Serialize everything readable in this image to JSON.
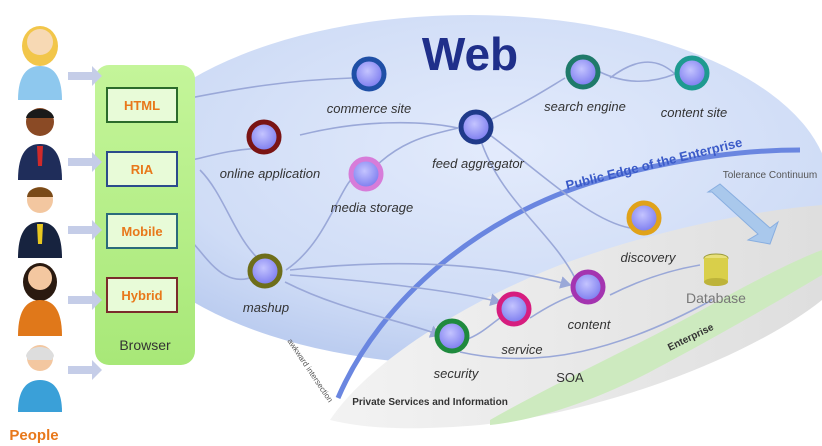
{
  "title": "Web",
  "people_label": "People",
  "browser": {
    "label": "Browser",
    "items": [
      "HTML",
      "RIA",
      "Mobile",
      "Hybrid"
    ]
  },
  "nodes": [
    {
      "label": "commerce site",
      "color": "#1f4fa6"
    },
    {
      "label": "online application",
      "color": "#7a1414"
    },
    {
      "label": "media storage",
      "color": "#d77cd9"
    },
    {
      "label": "feed aggregator",
      "color": "#1f3a8a"
    },
    {
      "label": "search engine",
      "color": "#1f7a6a"
    },
    {
      "label": "content site",
      "color": "#1e9a90"
    },
    {
      "label": "discovery",
      "color": "#e0a21a"
    },
    {
      "label": "mashup",
      "color": "#6e6e1a"
    },
    {
      "label": "content",
      "color": "#a434b0"
    },
    {
      "label": "service",
      "color": "#d61d7f"
    },
    {
      "label": "security",
      "color": "#1f8a3e"
    }
  ],
  "public_edge_label": "Public Edge of the Enterprise",
  "tolerance_label": "Tolerance Continuum",
  "database_label": "Database",
  "enterprise_label": "Enterprise",
  "soa_label": "SOA",
  "private_label": "Private Services and Information",
  "awkward_label": "awkward intersection",
  "colors": {
    "web_title": "#1f2f8a",
    "browser_bg": "#b8f08a",
    "accent_orange": "#e8781a",
    "public_edge_line": "#6a86e0",
    "node_fill": "#8e8ef5"
  }
}
